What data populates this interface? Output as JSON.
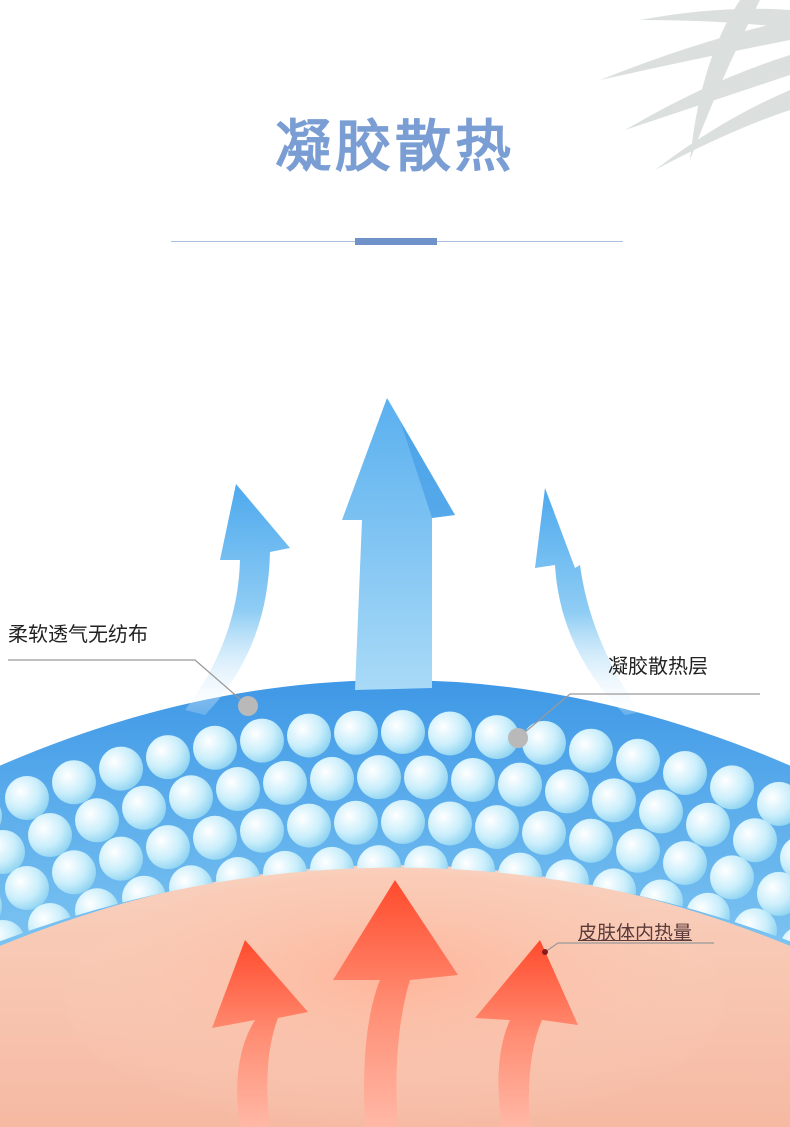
{
  "page": {
    "title": "凝胶散热"
  },
  "callouts": {
    "fabric": "柔软透气无纺布",
    "gel_layer": "凝胶散热层",
    "skin_heat": "皮肤体内热量"
  },
  "colors": {
    "title": "#7a9ed3",
    "accent_bar": "#6f93c8",
    "gel_blue": "#4fa6ea",
    "bead": "#cdeffb",
    "skin": "#f7c3ab",
    "heat_arrow": "#ff4a2c",
    "cool_arrow": "#5fb3f0"
  },
  "icons": [
    "palm-leaf-icon",
    "cool-arrow-icon",
    "heat-arrow-icon"
  ]
}
